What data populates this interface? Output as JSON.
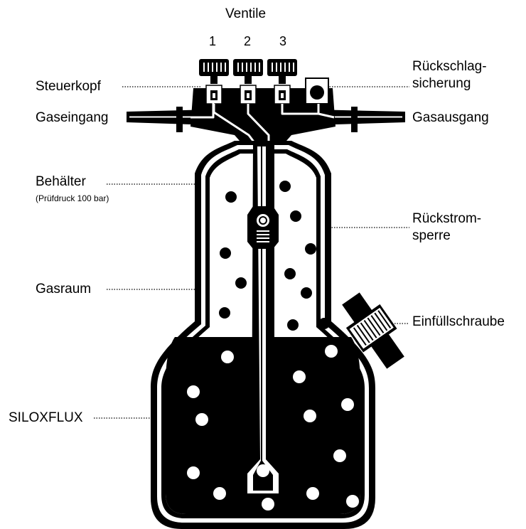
{
  "labels": {
    "ventile": "Ventile",
    "valve_numbers": [
      "1",
      "2",
      "3"
    ],
    "steuerkopf": "Steuerkopf",
    "gaseingang": "Gaseingang",
    "behaelter": "Behälter",
    "pruefdruck": "(Prüfdruck 100 bar)",
    "gasraum": "Gasraum",
    "siloxflux": "SILOXFLUX",
    "rueckschlag_line1": "Rückschlag-",
    "rueckschlag_line2": "sicherung",
    "gasausgang": "Gasausgang",
    "rueckstrom_line1": "Rückstrom-",
    "rueckstrom_line2": "sperre",
    "einfuellschraube": "Einfüllschraube"
  },
  "colors": {
    "ink": "#000000",
    "paper": "#ffffff"
  }
}
